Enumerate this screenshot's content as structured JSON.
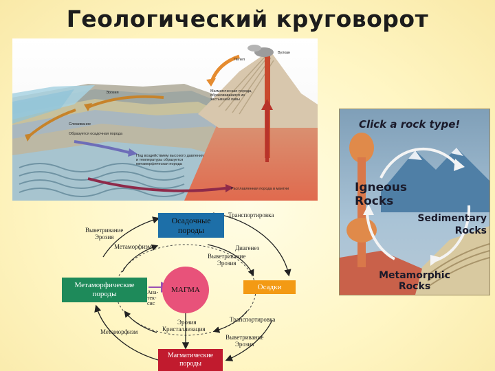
{
  "title": "Геологический круговорот",
  "panel_a": {
    "volcano": "Вулкан",
    "ash": "Пепел",
    "erosion": "Эрозия",
    "metamorphic_note": [
      "Магматическая порода,",
      "образовавшаяся из",
      "застывшей лавы"
    ],
    "compaction": "Слеживание",
    "sedimentary_forms": "Образуется осадочная порода",
    "pressure_note": [
      "Под воздействием высокого давления",
      "и температуры образуется",
      "метаморфическая порода"
    ],
    "molten": "Расплавленная порода в мантии"
  },
  "panel_b": {
    "sed_box": [
      "Осадочные",
      "породы"
    ],
    "meta_box": [
      "Метаморфические",
      "породы"
    ],
    "magma": "МАГМА",
    "sediment_box": "Осадки",
    "igneous_box": [
      "Магматические",
      "породы"
    ],
    "top_right": "Транспортировка",
    "top_left": [
      "Выветривание",
      "Эрозия"
    ],
    "left_meta1": "Метаморфизм",
    "mid_right1": "Диагенез",
    "mid_right2": [
      "Выветривание",
      "Эрозия"
    ],
    "anatexis": [
      "Ана-",
      "тек-",
      "сис"
    ],
    "erosion_center": "Эрозия",
    "crystallization": "Кристаллизация",
    "bottom_right1": "Транспортировка",
    "bottom_left_meta": "Метаморфизм",
    "bottom_right2": [
      "Выветривание",
      "Эрозия"
    ]
  },
  "panel_c": {
    "prompt": "Click a rock type!",
    "igneous": [
      "Igneous",
      "Rocks"
    ],
    "sedimentary": [
      "Sedimentary",
      "Rocks"
    ],
    "metamorphic": [
      "Metamorphic",
      "Rocks"
    ]
  }
}
